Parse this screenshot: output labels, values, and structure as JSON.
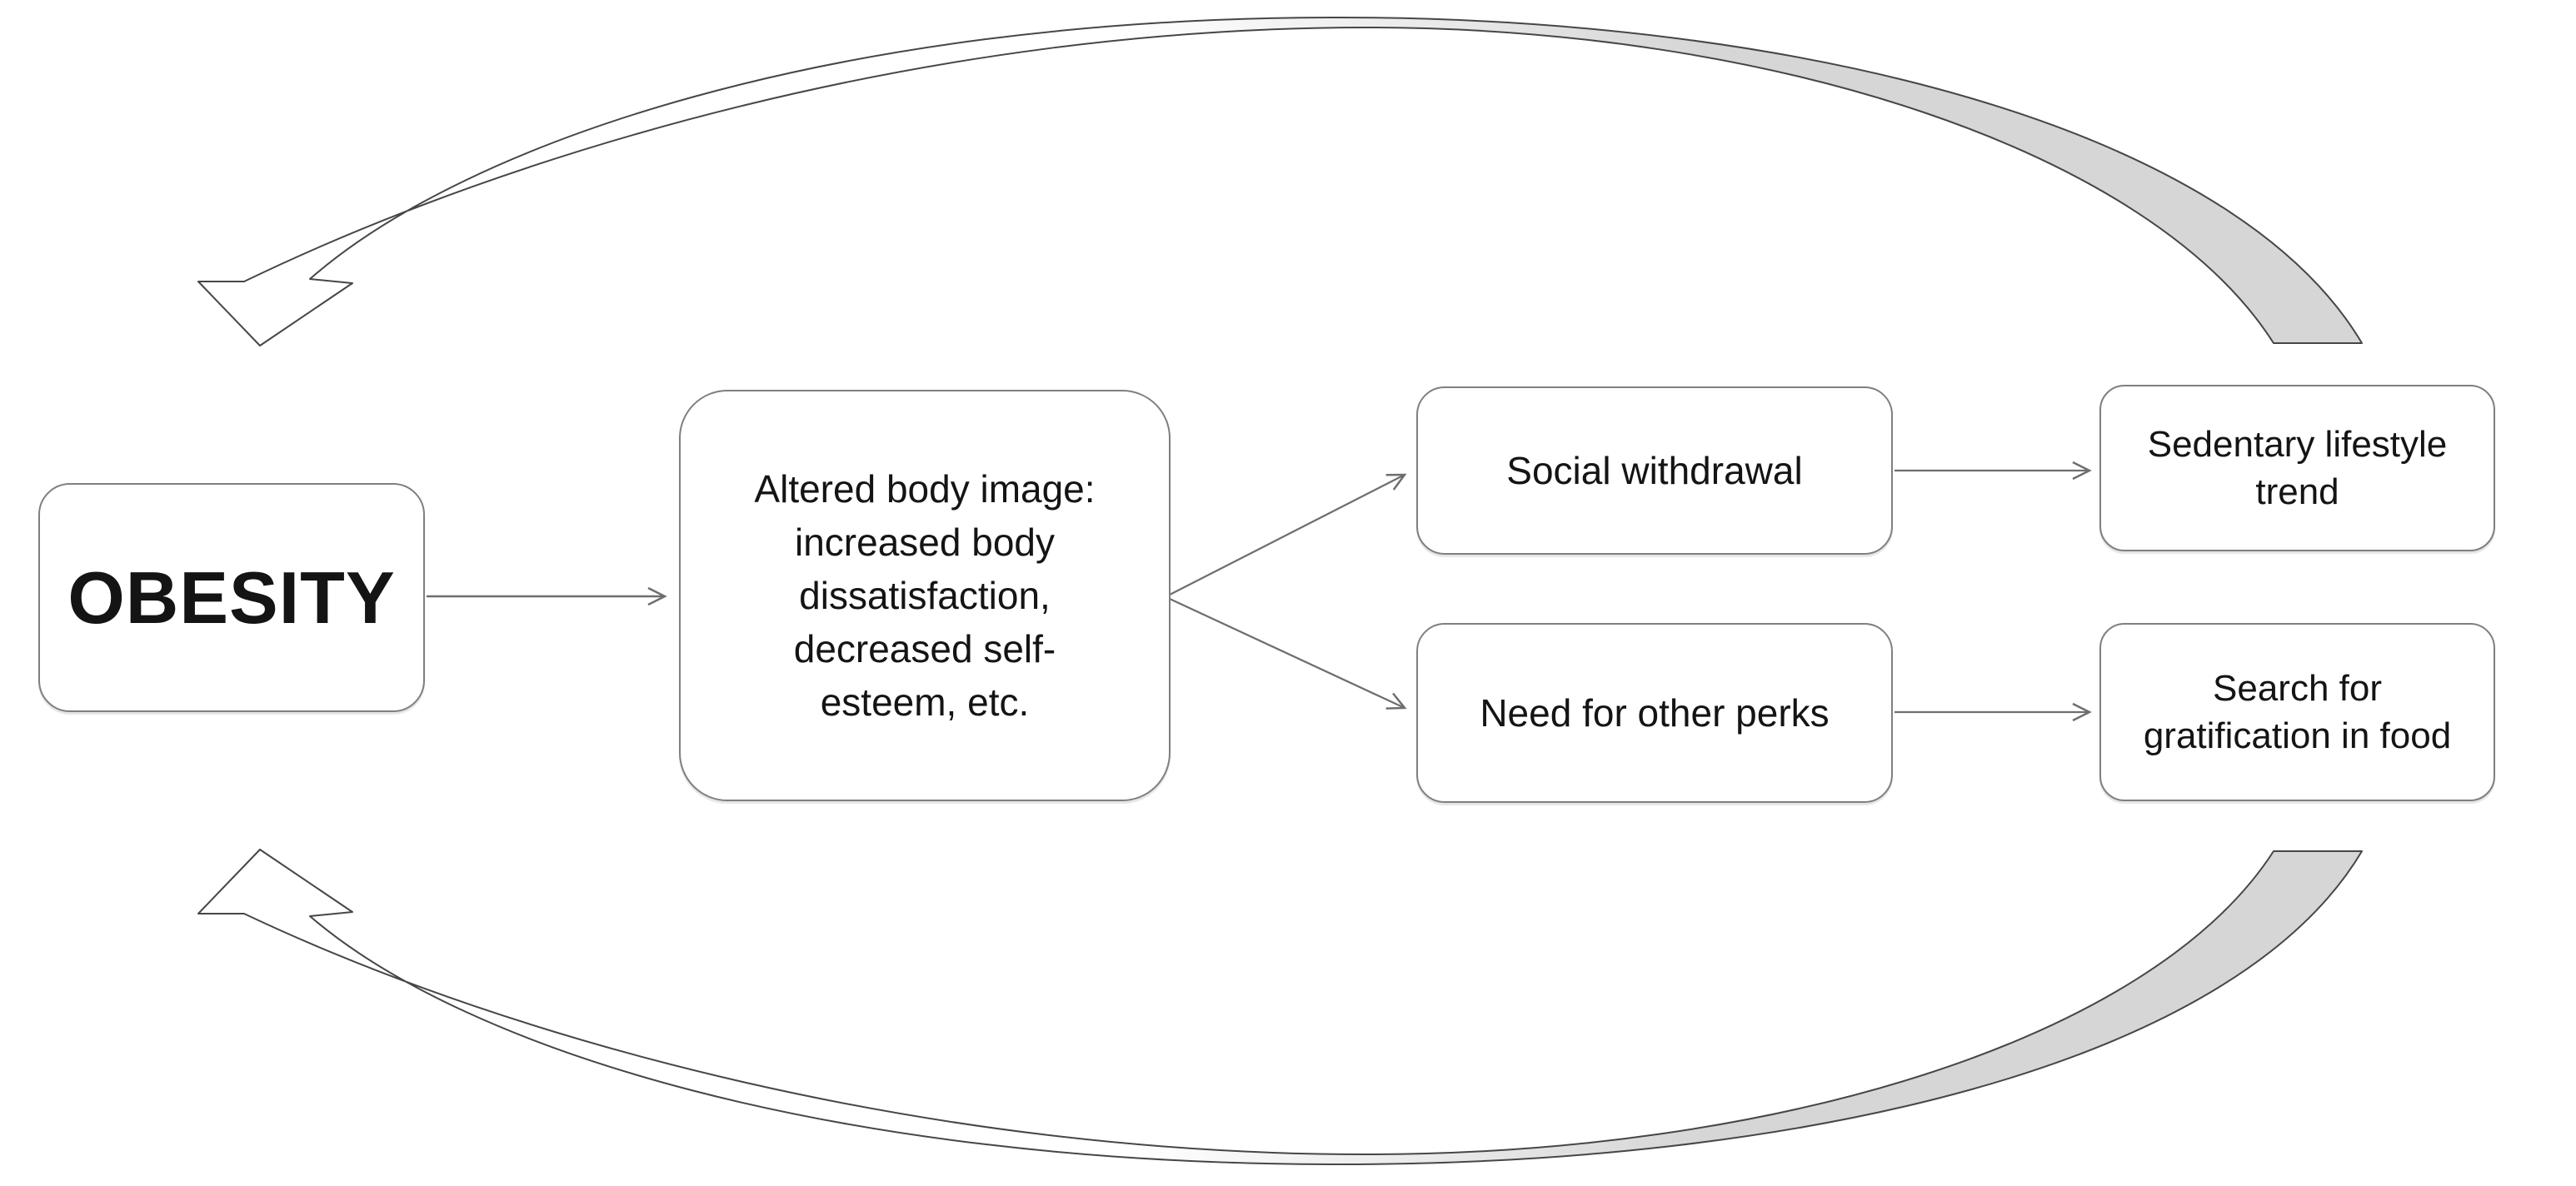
{
  "diagram": {
    "nodes": {
      "obesity": {
        "label": "OBESITY"
      },
      "altered_body_image": {
        "label": "Altered body image:\nincreased body\ndissatisfaction,\ndecreased self-\nesteem, etc."
      },
      "social_withdrawal": {
        "label": "Social withdrawal"
      },
      "need_for_other_perks": {
        "label": "Need for other perks"
      },
      "sedentary_lifestyle_trend": {
        "label": "Sedentary lifestyle\ntrend"
      },
      "search_for_gratification_in_food": {
        "label": "Search for\ngratification in food"
      }
    },
    "edges": [
      {
        "from": "OBESITY",
        "to": "Altered body image: increased body dissatisfaction, decreased self-esteem, etc.",
        "style": "straight-arrow"
      },
      {
        "from": "Altered body image: increased body dissatisfaction, decreased self-esteem, etc.",
        "to": "Social withdrawal",
        "style": "straight-arrow"
      },
      {
        "from": "Altered body image: increased body dissatisfaction, decreased self-esteem, etc.",
        "to": "Need for other perks",
        "style": "straight-arrow"
      },
      {
        "from": "Social withdrawal",
        "to": "Sedentary lifestyle trend",
        "style": "straight-arrow"
      },
      {
        "from": "Need for other perks",
        "to": "Search for gratification in food",
        "style": "straight-arrow"
      },
      {
        "from": "Sedentary lifestyle trend",
        "to": "OBESITY",
        "style": "curved-feedback-band-top"
      },
      {
        "from": "Search for gratification in food",
        "to": "OBESITY",
        "style": "curved-feedback-band-bottom"
      }
    ]
  },
  "colors": {
    "background": "#ffffff",
    "box_fill": "#ffffff",
    "box_border": "#7f7f7f",
    "text": "#141414",
    "connector": "#6e6e6e",
    "band_stroke": "#464646",
    "band_gray": "#d6d6d6",
    "band_white": "#ffffff"
  }
}
